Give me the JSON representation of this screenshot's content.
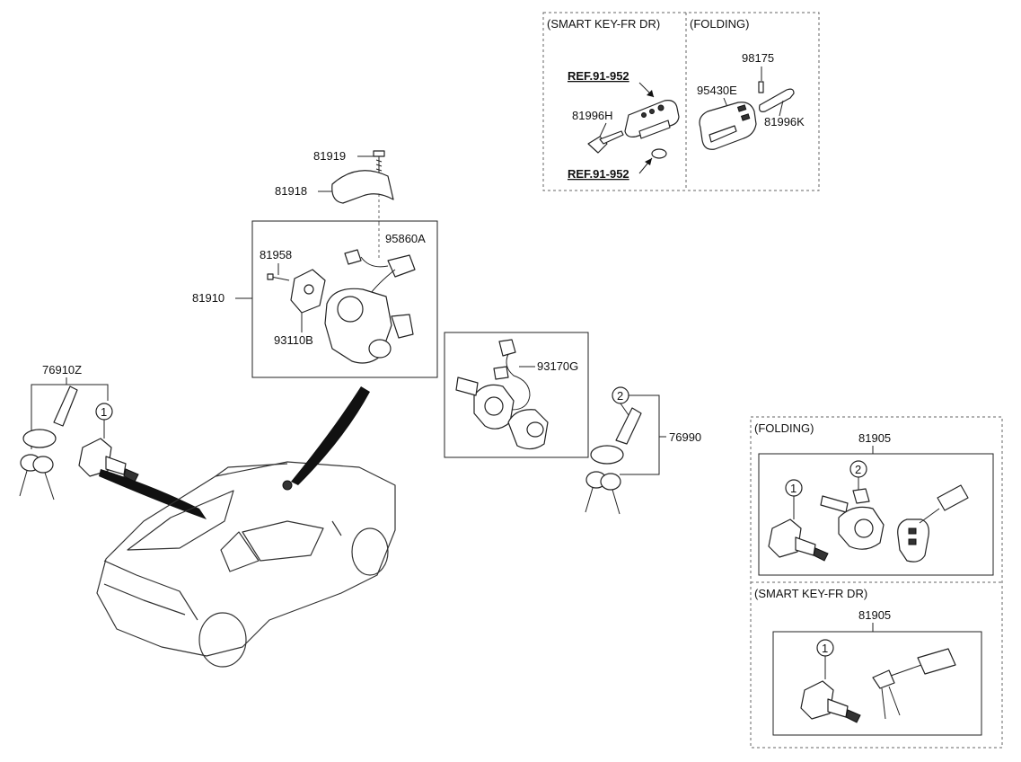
{
  "sections": {
    "smart_key_fr_dr_top": "(SMART KEY-FR DR)",
    "folding_top": "(FOLDING)",
    "folding_bottom": "(FOLDING)",
    "smart_key_fr_dr_bottom": "(SMART KEY-FR DR)"
  },
  "references": {
    "ref_upper": "REF.91-952",
    "ref_lower": "REF.91-952"
  },
  "parts": {
    "p98175": "98175",
    "p95430E": "95430E",
    "p81996H": "81996H",
    "p81996K": "81996K",
    "p81919": "81919",
    "p81918": "81918",
    "p95860A": "95860A",
    "p81958": "81958",
    "p81910": "81910",
    "p93110B": "93110B",
    "p76910Z": "76910Z",
    "p93170G": "93170G",
    "p76990": "76990",
    "p81905_folding": "81905",
    "p81905_smart": "81905"
  },
  "callouts": {
    "c1_left": "1",
    "c2_mid": "2",
    "c1_fold": "1",
    "c2_fold": "2",
    "c1_smart": "1"
  }
}
